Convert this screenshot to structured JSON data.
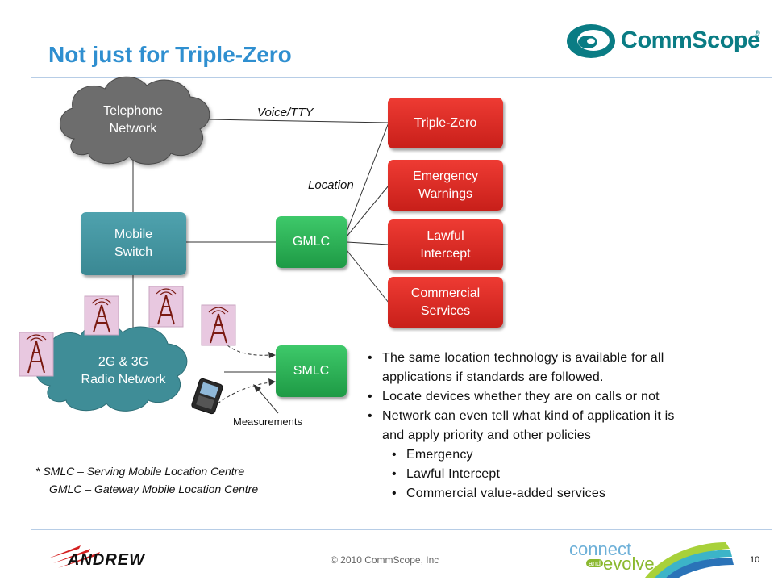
{
  "slide": {
    "title": "Not just for Triple-Zero",
    "page_number": "10",
    "copyright": "© 2010 CommScope, Inc"
  },
  "logos": {
    "commscope": "CommScope",
    "andrew": "ANDREW",
    "connect": "connect",
    "and": "and",
    "evolve": "evolve"
  },
  "diagram": {
    "telephone_network": "Telephone Network",
    "mobile_switch": "Mobile Switch",
    "radio_network_line1": "2G & 3G",
    "radio_network_line2": "Radio Network",
    "gmlc": "GMLC",
    "smlc": "SMLC",
    "voice_label": "Voice/TTY",
    "location_label": "Location",
    "measurements_label": "Measurements",
    "services": {
      "triple_zero": "Triple-Zero",
      "emergency": "Emergency Warnings",
      "lawful": "Lawful Intercept",
      "commercial": "Commercial Services"
    }
  },
  "bullets": {
    "b1_line1": "The same location technology is available for all",
    "b1_line2_pre": "applications ",
    "b1_line2_ul": "if standards are followed",
    "b1_line2_post": ".",
    "b2": "Locate devices whether they are on calls or not",
    "b3_line1": "Network can even tell what kind of application it is",
    "b3_line2": "and apply priority and other policies",
    "sub1": "Emergency",
    "sub2": "Lawful Intercept",
    "sub3": "Commercial value-added services"
  },
  "footnote": {
    "line1": "*  SMLC – Serving Mobile Location Centre",
    "line2": "GMLC – Gateway Mobile Location Centre"
  },
  "colors": {
    "title_blue": "#2f8fd0",
    "teal": "#3a8893",
    "green": "#1e9a45",
    "red": "#c81f1a",
    "cloud_gray": "#707070",
    "cloud_teal": "#3f8d97",
    "commscope_teal": "#0a7c84"
  }
}
